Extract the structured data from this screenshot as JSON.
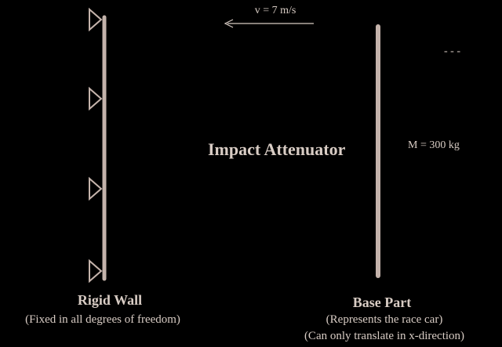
{
  "colors": {
    "background": "#000000",
    "foreground": "#d8ccc4",
    "structure": "#c4b3ab"
  },
  "velocity": {
    "label": "v = 7 m/s",
    "direction": "left"
  },
  "center": {
    "title": "Impact Attenuator"
  },
  "mass": {
    "label": "M = 300 kg"
  },
  "axis_mark": {
    "label": "- - -"
  },
  "rigid_wall": {
    "title": "Rigid Wall",
    "subtitle": "(Fixed in all degrees of freedom)",
    "support_count": 4
  },
  "base_part": {
    "title": "Base Part",
    "subtitle_line1": "(Represents the race car)",
    "subtitle_line2": "(Can only translate in x-direction)"
  }
}
